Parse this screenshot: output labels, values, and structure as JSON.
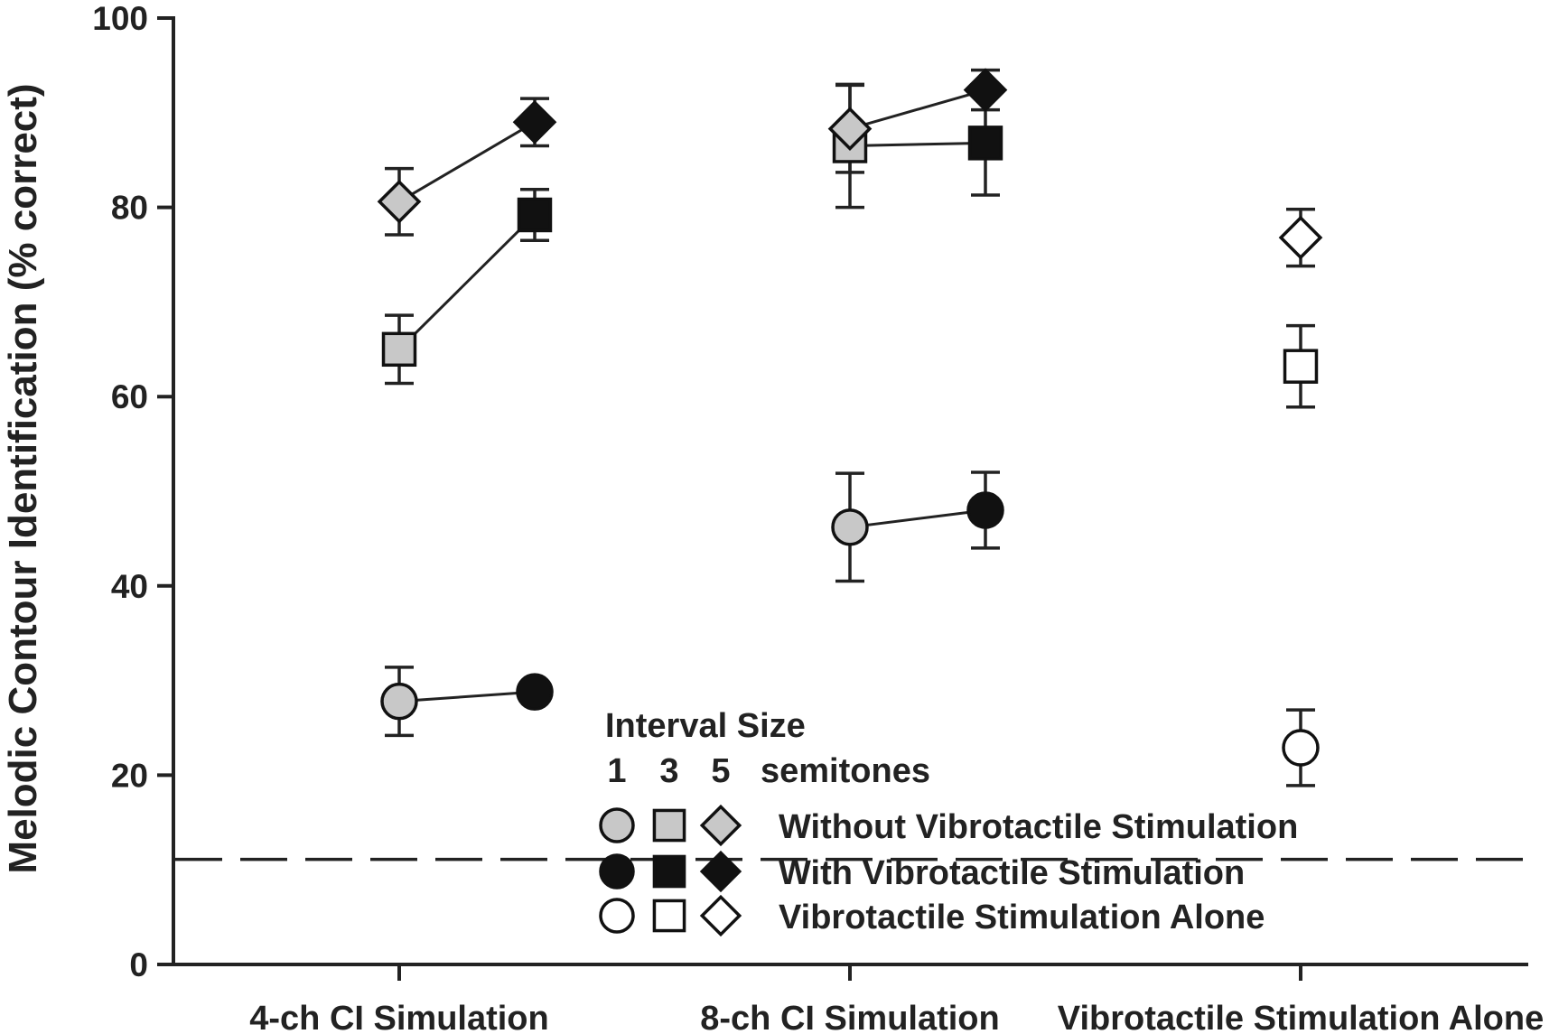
{
  "chart_data": {
    "type": "scatter",
    "ylabel": "Melodic Contour Identification (% correct)",
    "xlabel": "",
    "ylim": [
      0,
      100
    ],
    "yticks": [
      0,
      20,
      40,
      60,
      80,
      100
    ],
    "categories": [
      "4-ch CI Simulation",
      "8-ch CI Simulation",
      "Vibrotactile Stimulation Alone"
    ],
    "chance_level": 11.1,
    "grid": false,
    "legend": {
      "title": "Interval Size",
      "header": [
        "1",
        "3",
        "5",
        "semitones"
      ],
      "rows": [
        {
          "label": "Without Vibrotactile Stimulation",
          "fill": "#c8c8c8"
        },
        {
          "label": "With Vibrotactile Stimulation",
          "fill": "#111111"
        },
        {
          "label": "Vibrotactile Stimulation Alone",
          "fill": "#ffffff"
        }
      ],
      "placement": "bottom-center"
    },
    "series": [
      {
        "condition": "without",
        "interval": 1,
        "marker": "circle",
        "fill": "#c8c8c8",
        "points": [
          {
            "cat": 0,
            "y": 27.8,
            "err": 3.6
          },
          {
            "cat": 1,
            "y": 46.2,
            "err": 5.7
          }
        ]
      },
      {
        "condition": "without",
        "interval": 3,
        "marker": "square",
        "fill": "#c8c8c8",
        "points": [
          {
            "cat": 0,
            "y": 65.0,
            "err": 3.6
          },
          {
            "cat": 1,
            "y": 86.5,
            "err": 6.5
          }
        ]
      },
      {
        "condition": "without",
        "interval": 5,
        "marker": "diamond",
        "fill": "#c8c8c8",
        "points": [
          {
            "cat": 0,
            "y": 80.6,
            "err": 3.5
          },
          {
            "cat": 1,
            "y": 88.3,
            "err": 4.6
          }
        ]
      },
      {
        "condition": "with",
        "interval": 1,
        "marker": "circle",
        "fill": "#111111",
        "points": [
          {
            "cat": 0,
            "y": 28.8,
            "err": 0
          },
          {
            "cat": 1,
            "y": 48.0,
            "err": 4.0
          }
        ]
      },
      {
        "condition": "with",
        "interval": 3,
        "marker": "square",
        "fill": "#111111",
        "points": [
          {
            "cat": 0,
            "y": 79.2,
            "err": 2.7
          },
          {
            "cat": 1,
            "y": 86.8,
            "err": 5.5
          }
        ]
      },
      {
        "condition": "with",
        "interval": 5,
        "marker": "diamond",
        "fill": "#111111",
        "points": [
          {
            "cat": 0,
            "y": 89.0,
            "err": 2.5
          },
          {
            "cat": 1,
            "y": 92.4,
            "err": 2.1
          }
        ]
      },
      {
        "condition": "alone",
        "interval": 1,
        "marker": "circle",
        "fill": "#ffffff",
        "points": [
          {
            "cat": 2,
            "y": 22.9,
            "err": 4.0
          }
        ]
      },
      {
        "condition": "alone",
        "interval": 3,
        "marker": "square",
        "fill": "#ffffff",
        "points": [
          {
            "cat": 2,
            "y": 63.2,
            "err": 4.3
          }
        ]
      },
      {
        "condition": "alone",
        "interval": 5,
        "marker": "diamond",
        "fill": "#ffffff",
        "points": [
          {
            "cat": 2,
            "y": 76.8,
            "err": 3.0
          }
        ]
      }
    ]
  }
}
